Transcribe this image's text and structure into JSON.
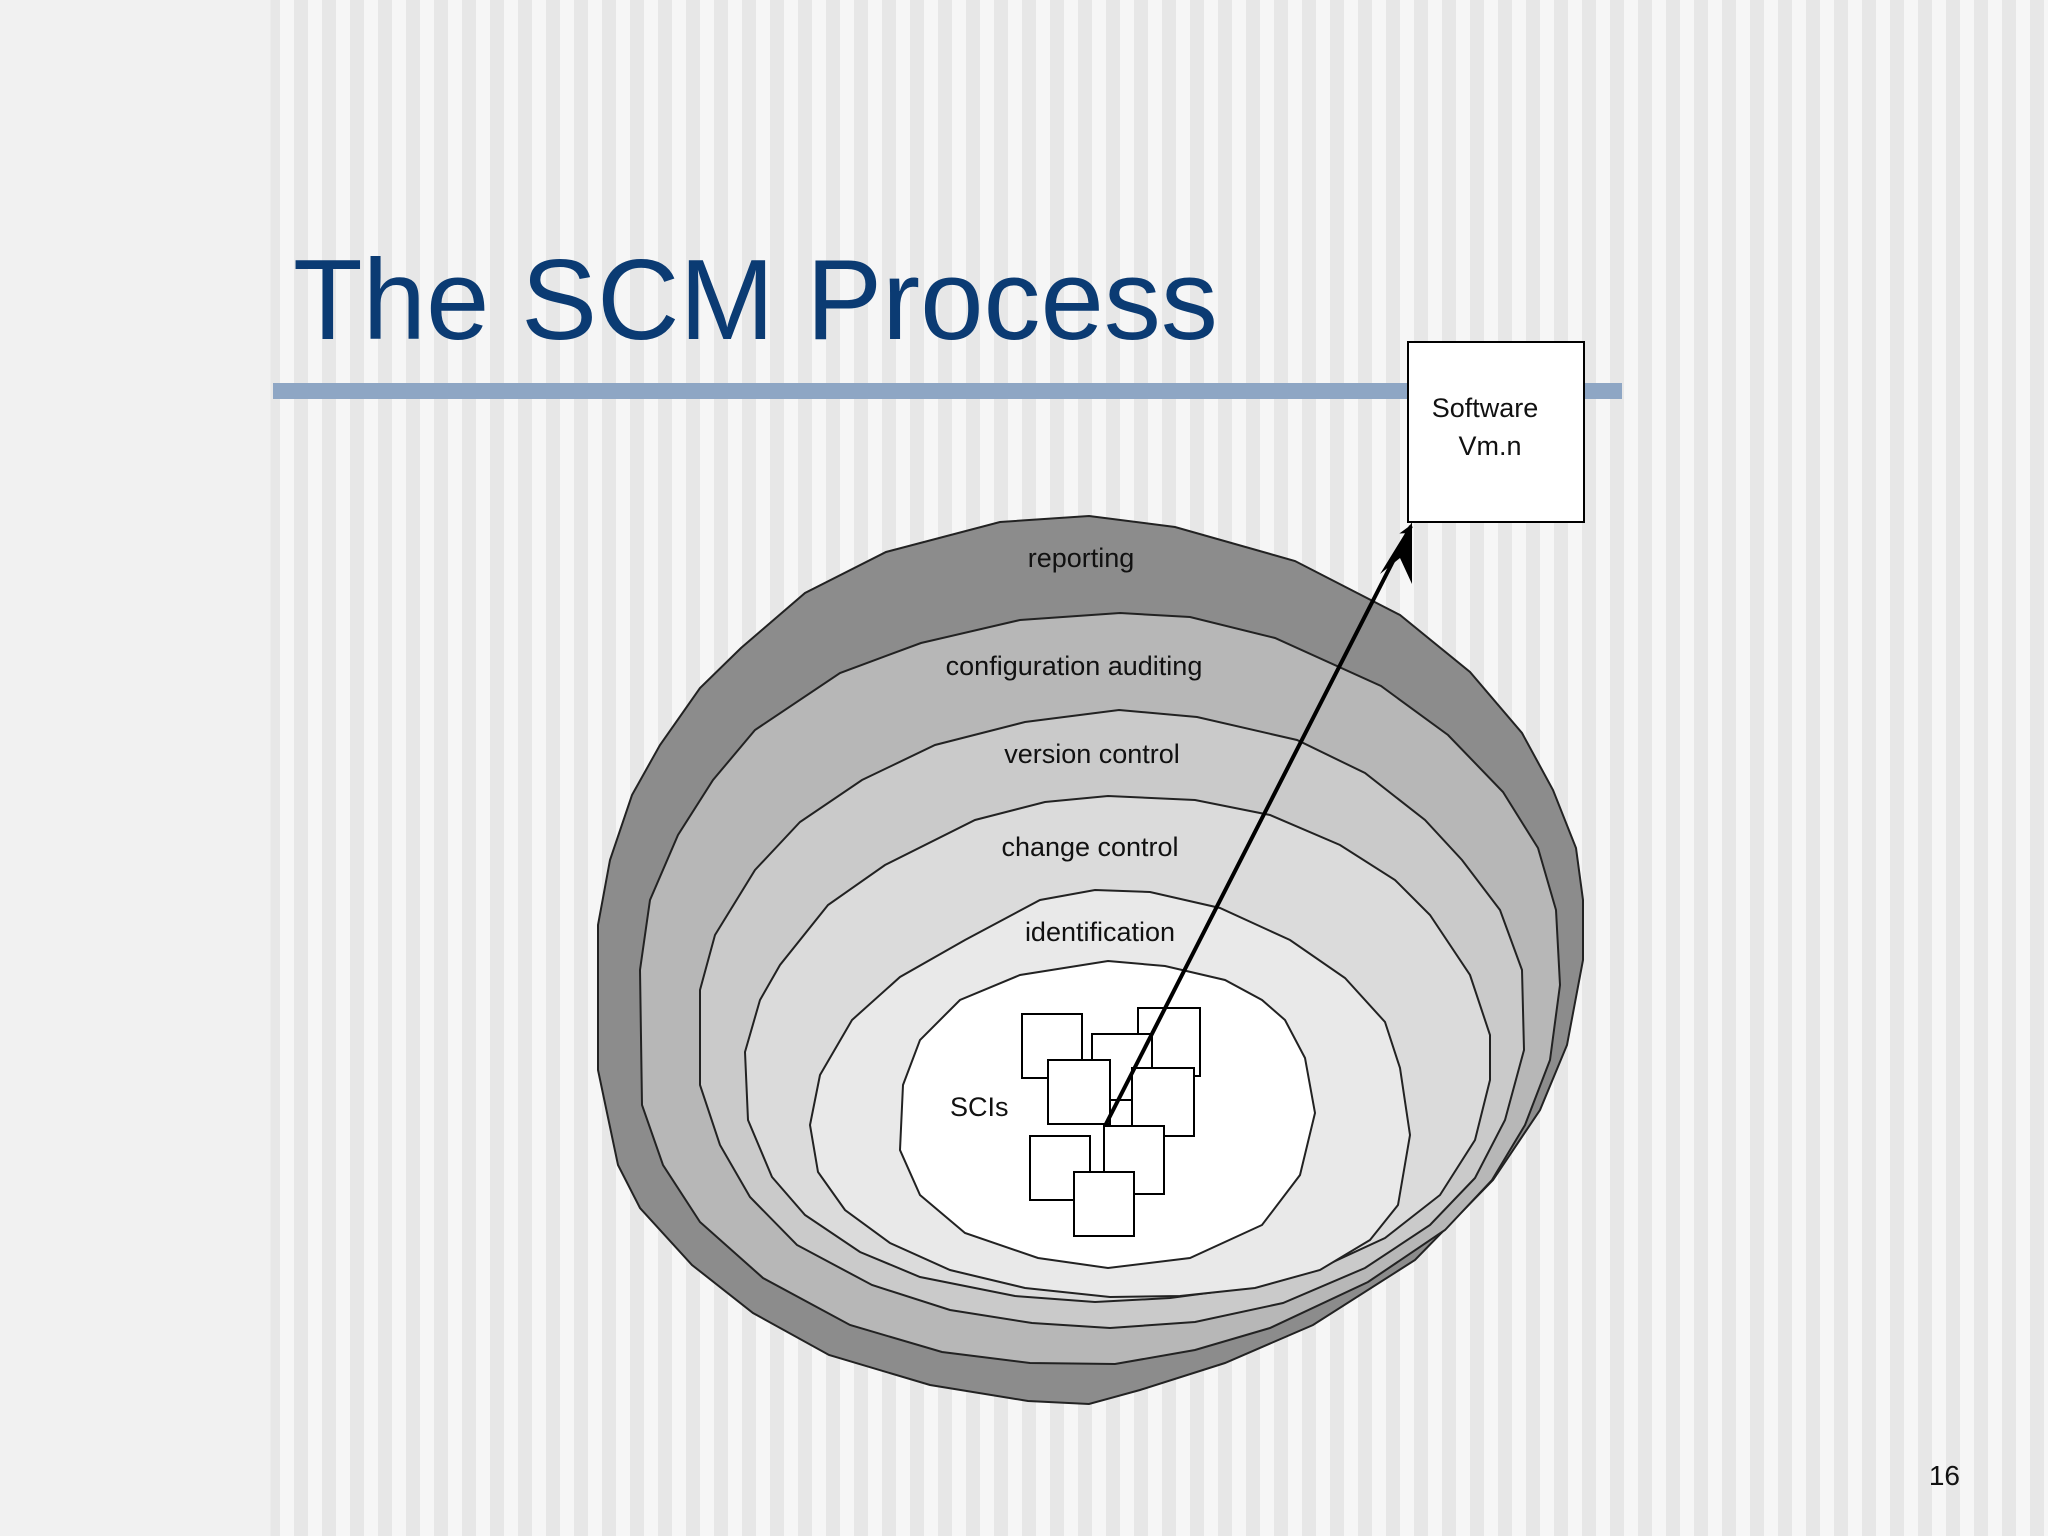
{
  "slide": {
    "title": "The SCM Process",
    "page_number": "16"
  },
  "diagram": {
    "layers": [
      "reporting",
      "configuration auditing",
      "version control",
      "change control",
      "identification"
    ],
    "core_label": "SCIs",
    "output": {
      "line1": "Software",
      "line2": "Vm.n"
    }
  }
}
